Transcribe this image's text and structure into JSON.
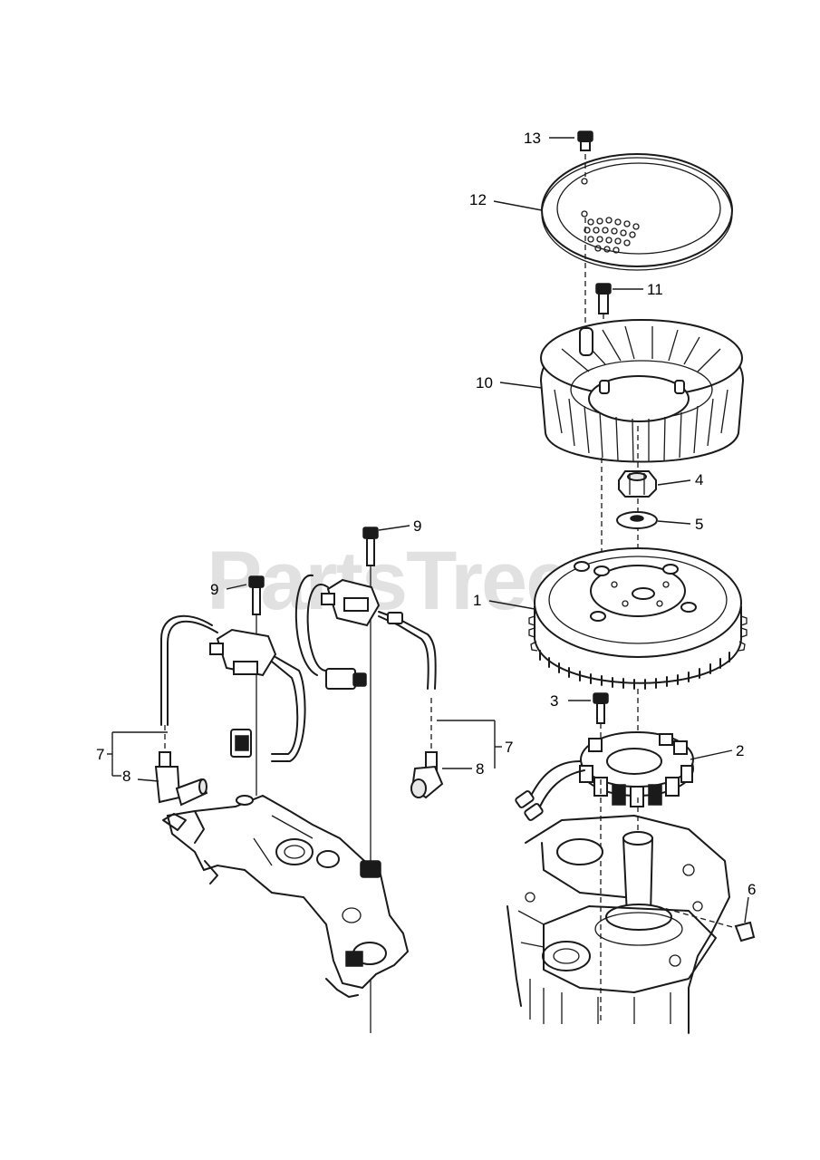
{
  "diagram": {
    "watermark": "PartsTree",
    "callouts": {
      "c1": "1",
      "c2": "2",
      "c3": "3",
      "c4": "4",
      "c5": "5",
      "c6": "6",
      "c7a": "7",
      "c7b": "7",
      "c8a": "8",
      "c8b": "8",
      "c9a": "9",
      "c9b": "9",
      "c10": "10",
      "c11": "11",
      "c12": "12",
      "c13": "13"
    }
  }
}
